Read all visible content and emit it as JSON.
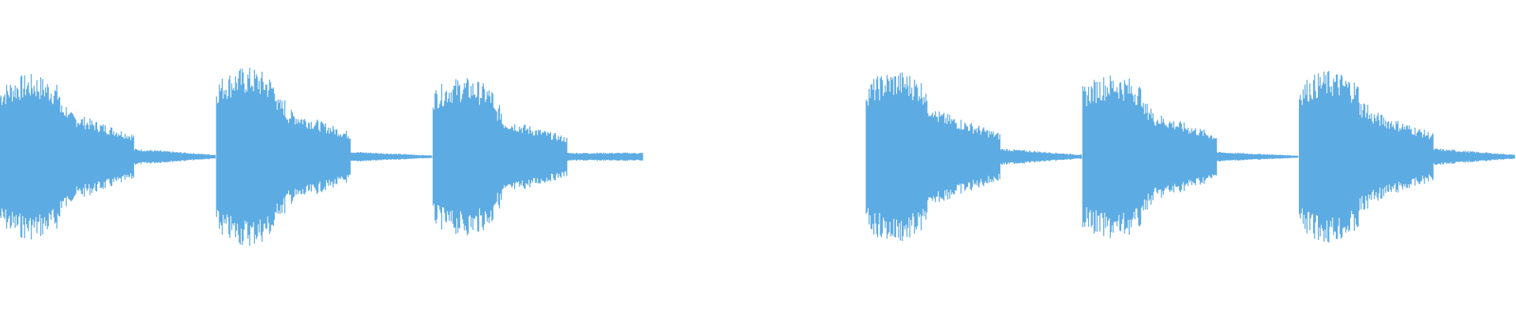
{
  "waveform": {
    "color": "#5dabe3",
    "background": "#ffffff",
    "events": [
      {
        "peak": 0.24,
        "decay": 0.55,
        "tail": 0.1
      },
      {
        "peak": 0.26,
        "decay": 0.55,
        "tail": 0.06
      },
      {
        "peak": 0.23,
        "decay": 0.5,
        "tail": 0.02
      },
      {
        "peak": 0.0,
        "decay": 0.0,
        "tail": 0.0
      },
      {
        "peak": 0.25,
        "decay": 0.55,
        "tail": 0.1
      },
      {
        "peak": 0.24,
        "decay": 0.55,
        "tail": 0.06
      },
      {
        "peak": 0.25,
        "decay": 0.55,
        "tail": 0.1
      }
    ]
  }
}
